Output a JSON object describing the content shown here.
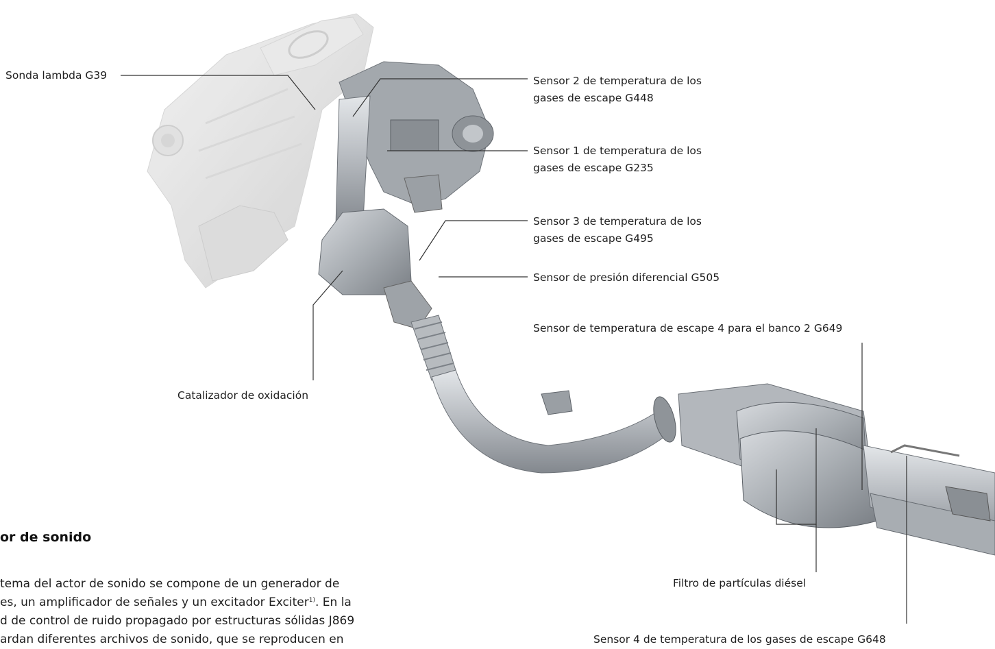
{
  "labels": {
    "lambda": "Sonda lambda G39",
    "sensor2_line1": "Sensor 2 de temperatura de los",
    "sensor2_line2": "gases de escape G448",
    "sensor1_line1": "Sensor 1 de temperatura de los",
    "sensor1_line2": "gases de escape G235",
    "sensor3_line1": "Sensor 3 de temperatura de los",
    "sensor3_line2": "gases de escape G495",
    "pressure": "Sensor de presión diferencial G505",
    "sensor_bank2": "Sensor de temperatura de escape 4 para el banco 2 G649",
    "catalyst": "Catalizador de oxidación",
    "dpf": "Filtro de partículas diésel",
    "sensor4": "Sensor 4 de temperatura de los gases de escape G648"
  },
  "section": {
    "heading": "or de sonido",
    "line1": "tema del actor de sonido se compone de un generador de",
    "line2_a": "es, un amplificador de señales y un excitador Exciter",
    "line2_sup": "1)",
    "line2_b": ". En la",
    "line3": "d de control de ruido propagado por estructuras sólidas J869",
    "line4": "ardan diferentes archivos de sonido, que se reproducen en"
  },
  "colors": {
    "leader": "#333333",
    "engine_ghost": "#d9d9d9",
    "metal": "#b8bcc0",
    "metal_dark": "#8e9398"
  }
}
